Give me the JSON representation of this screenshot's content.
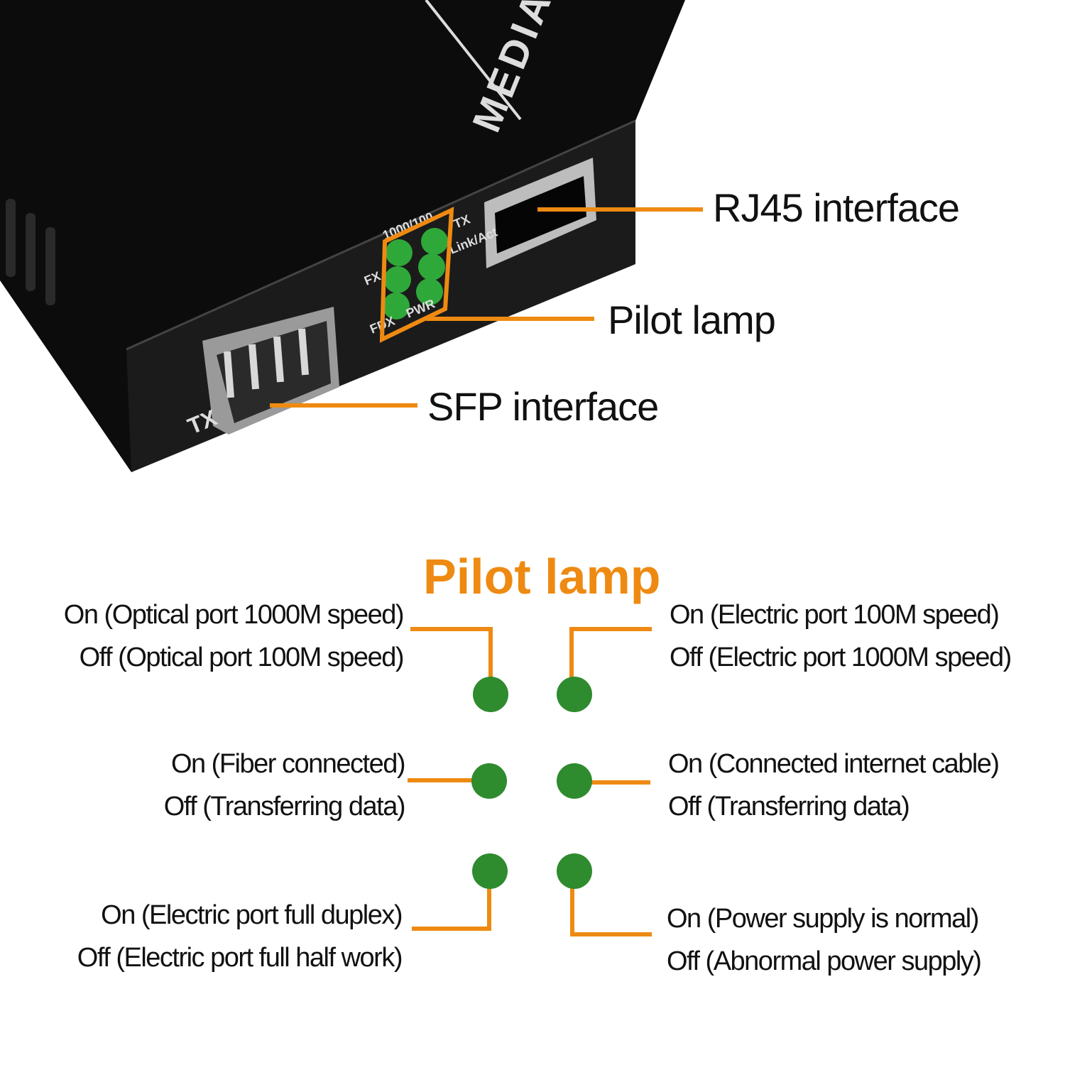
{
  "device": {
    "brand_text": "MEDIA C",
    "led_labels": [
      "1000/100",
      "TX",
      "Link/Act",
      "FX",
      "FDX",
      "PWR"
    ],
    "port_label": "TX"
  },
  "callouts": {
    "rj45": "RJ45 interface",
    "pilot_lamp": "Pilot lamp",
    "sfp": "SFP interface"
  },
  "legend": {
    "title": "Pilot lamp",
    "items": [
      {
        "on": "On (Optical port 1000M speed)",
        "off": "Off (Optical port 100M speed)"
      },
      {
        "on": "On (Electric port 100M speed)",
        "off": "Off (Electric port 1000M speed)"
      },
      {
        "on": "On (Fiber connected)",
        "off": "Off (Transferring data)"
      },
      {
        "on": "On (Connected internet cable)",
        "off": "Off (Transferring data)"
      },
      {
        "on": "On (Electric port full duplex)",
        "off": "Off (Electric port full half work)"
      },
      {
        "on": "On (Power supply is normal)",
        "off": "Off (Abnormal power supply)"
      }
    ]
  },
  "colors": {
    "accent": "#ee8a12",
    "led": "#2e8b2e",
    "device": "#111111"
  }
}
